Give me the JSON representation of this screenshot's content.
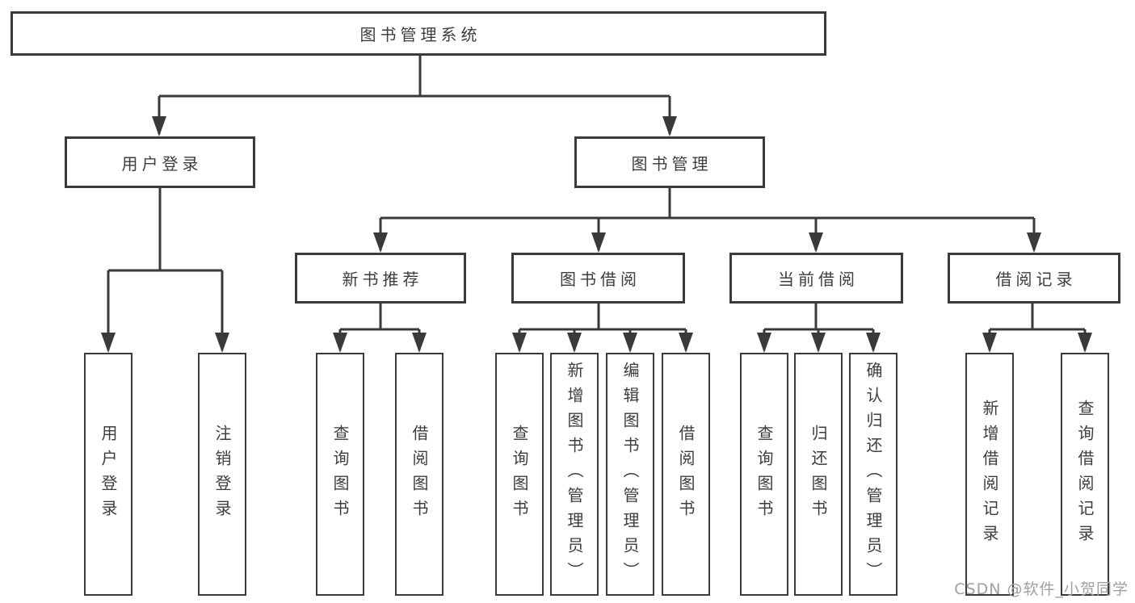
{
  "diagram": {
    "title": "图书管理系统",
    "root": {
      "label": "图书管理系统"
    },
    "level2": [
      {
        "id": "user-login",
        "label": "用户登录"
      },
      {
        "id": "book-management",
        "label": "图书管理"
      }
    ],
    "level3": [
      {
        "id": "new-book-recommend",
        "label": "新书推荐",
        "parent": "图书管理"
      },
      {
        "id": "book-borrow",
        "label": "图书借阅",
        "parent": "图书管理"
      },
      {
        "id": "current-borrow",
        "label": "当前借阅",
        "parent": "图书管理"
      },
      {
        "id": "borrow-records",
        "label": "借阅记录",
        "parent": "图书管理"
      }
    ],
    "leaves": [
      {
        "label": "用户登录",
        "parent": "用户登录"
      },
      {
        "label": "注销登录",
        "parent": "用户登录"
      },
      {
        "label": "查询图书",
        "parent": "新书推荐"
      },
      {
        "label": "借阅图书",
        "parent": "新书推荐"
      },
      {
        "label": "查询图书",
        "parent": "图书借阅"
      },
      {
        "label": "新增图书（管理员）",
        "parent": "图书借阅"
      },
      {
        "label": "编辑图书（管理员）",
        "parent": "图书借阅"
      },
      {
        "label": "借阅图书",
        "parent": "图书借阅"
      },
      {
        "label": "查询图书",
        "parent": "当前借阅"
      },
      {
        "label": "归还图书",
        "parent": "当前借阅"
      },
      {
        "label": "确认归还（管理员）",
        "parent": "当前借阅"
      },
      {
        "label": "新增借阅记录",
        "parent": "借阅记录"
      },
      {
        "label": "查询借阅记录",
        "parent": "借阅记录"
      }
    ]
  },
  "watermark": {
    "text": "CSDN @软件_小贺同学"
  },
  "colors": {
    "line": "#3a3a3a",
    "text": "#3d3d3d",
    "watermark": "#a0a0a0",
    "bg": "#ffffff"
  }
}
